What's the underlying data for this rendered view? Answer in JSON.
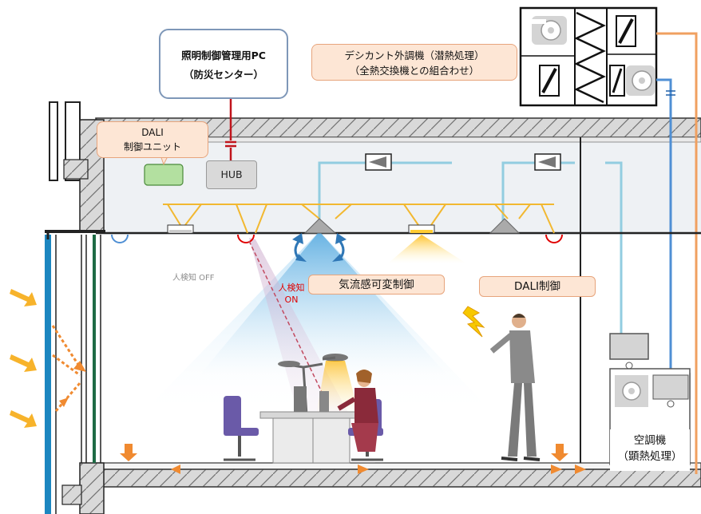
{
  "labels": {
    "central_pc_line1": "照明制御管理用PC",
    "central_pc_line2": "（防災センター）",
    "dali_unit_line1": "DALI",
    "dali_unit_line2": "制御ユニット",
    "desiccant_line1": "デシカント外調機（潜熱処理）",
    "desiccant_line2": "（全熱交換機との組合わせ）",
    "hub": "HUB",
    "airflow_control": "気流感可変制御",
    "dali_control": "DALI制御",
    "human_detect_line1": "人検知",
    "human_detect_line2": "ON",
    "small_note": "人検知 OFF",
    "ahu_line1": "空調機",
    "ahu_line2": "（顕熱処理）"
  },
  "colors": {
    "slab": "#d6d6d6",
    "ceiling_plenum": "#eef1f4",
    "signal_line": "#c0141c",
    "dali_wire": "#f2b830",
    "duct_light": "#92cde0",
    "duct_blue": "#4f8fd4",
    "duct_orange": "#f0a060",
    "window_blue": "#1c86c0",
    "label_fill": "#fde6d5",
    "airflow_arrow": "#2f77b6",
    "floor_arrow": "#f08a30"
  },
  "icons": [
    "sunlight-arrow-icon",
    "fan-icon",
    "lightning-icon",
    "person-icon",
    "desk-lamp-icon"
  ]
}
